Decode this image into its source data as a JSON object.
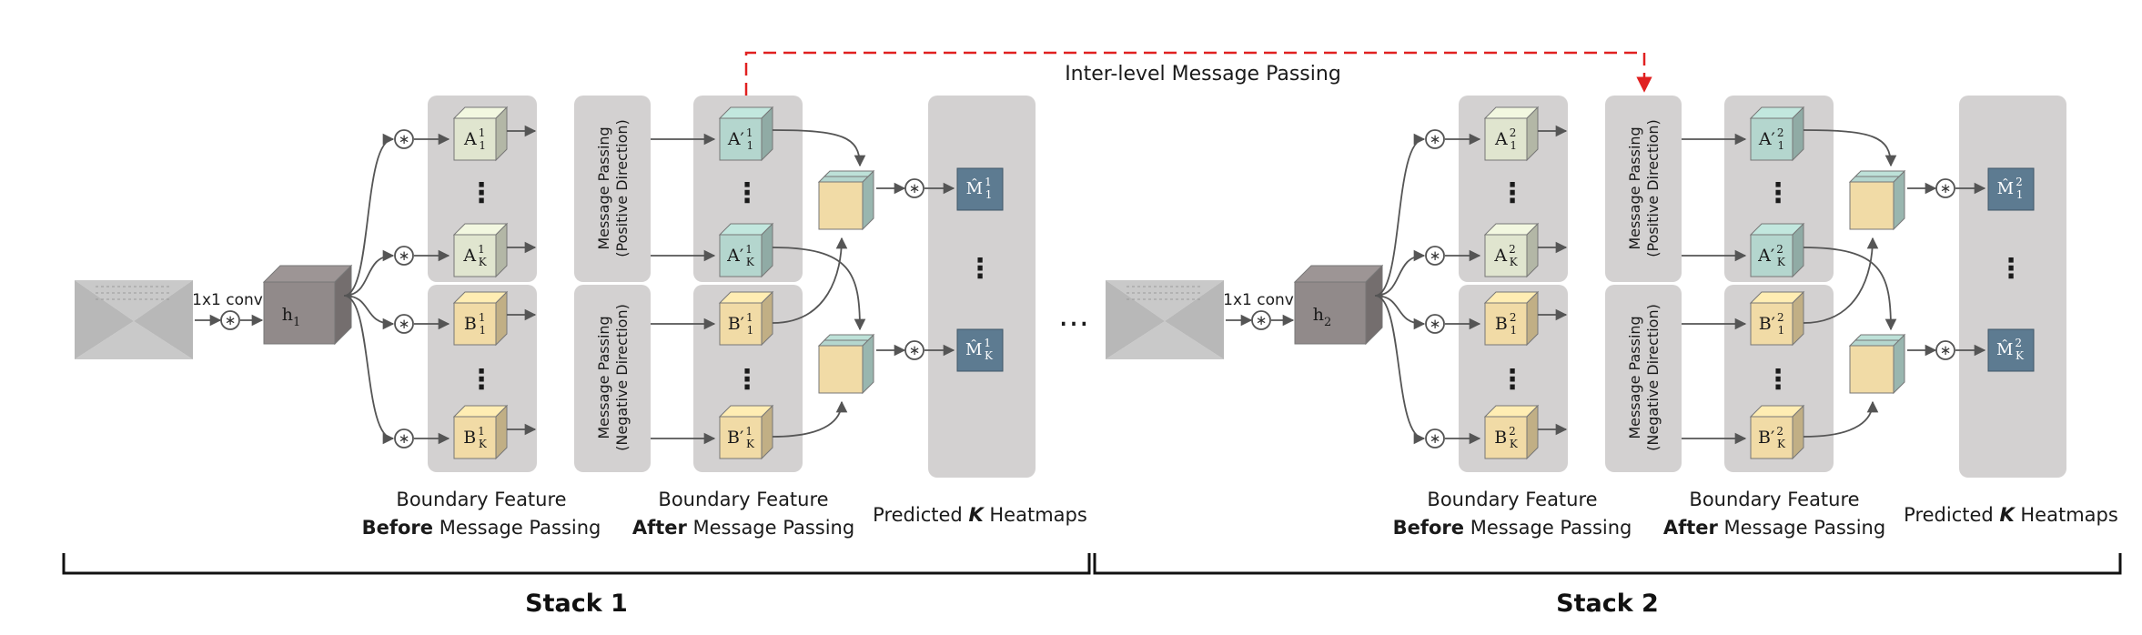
{
  "inter_level_label": "Inter-level Message Passing",
  "between_dots": "…",
  "colors": {
    "panel": "#d3d1d1",
    "cube_a": "#e0e5cf",
    "cube_a_prime": "#b4d6ce",
    "cube_b": "#f1dba6",
    "heatmap": "#5d7b91",
    "hidden": "#918a8a",
    "arrow": "#555555",
    "inter_level_arrow": "#e02020",
    "bracket": "#111111"
  },
  "stacks": [
    {
      "id": "stack1",
      "stack_label": "Stack 1",
      "conv_label": "1x1 conv",
      "hidden_label": "h",
      "hidden_sub": "1",
      "before_caption": [
        "Boundary Feature",
        "Before",
        " Message Passing"
      ],
      "after_caption": [
        "Boundary Feature",
        "After",
        " Message Passing"
      ],
      "heatmaps_caption": [
        "Predicted ",
        "K",
        " Heatmaps"
      ],
      "mp_positive": [
        "Message Passing",
        "(Positive Direction)"
      ],
      "mp_negative": [
        "Message Passing",
        "(Negative Direction)"
      ],
      "a_top": {
        "base": "A",
        "sup": "1",
        "sub": "1"
      },
      "a_bot": {
        "base": "A",
        "sup": "1",
        "sub": "K"
      },
      "b_top": {
        "base": "B",
        "sup": "1",
        "sub": "1"
      },
      "b_bot": {
        "base": "B",
        "sup": "1",
        "sub": "K"
      },
      "ap_top": {
        "base": "A′",
        "sup": "1",
        "sub": "1"
      },
      "ap_bot": {
        "base": "A′",
        "sup": "1",
        "sub": "K"
      },
      "bp_top": {
        "base": "B′",
        "sup": "1",
        "sub": "1"
      },
      "bp_bot": {
        "base": "B′",
        "sup": "1",
        "sub": "K"
      },
      "m_top": {
        "base": "M̂",
        "sup": "1",
        "sub": "1"
      },
      "m_bot": {
        "base": "M̂",
        "sup": "1",
        "sub": "K"
      },
      "ellipsis": "⋮"
    },
    {
      "id": "stack2",
      "stack_label": "Stack 2",
      "conv_label": "1x1 conv",
      "hidden_label": "h",
      "hidden_sub": "2",
      "before_caption": [
        "Boundary Feature",
        "Before",
        " Message Passing"
      ],
      "after_caption": [
        "Boundary Feature",
        "After",
        " Message Passing"
      ],
      "heatmaps_caption": [
        "Predicted ",
        "K",
        " Heatmaps"
      ],
      "mp_positive": [
        "Message Passing",
        "(Positive Direction)"
      ],
      "mp_negative": [
        "Message Passing",
        "(Negative Direction)"
      ],
      "a_top": {
        "base": "A",
        "sup": "2",
        "sub": "1"
      },
      "a_bot": {
        "base": "A",
        "sup": "2",
        "sub": "K"
      },
      "b_top": {
        "base": "B",
        "sup": "2",
        "sub": "1"
      },
      "b_bot": {
        "base": "B",
        "sup": "2",
        "sub": "K"
      },
      "ap_top": {
        "base": "A′",
        "sup": "2",
        "sub": "1"
      },
      "ap_bot": {
        "base": "A′",
        "sup": "2",
        "sub": "K"
      },
      "bp_top": {
        "base": "B′",
        "sup": "2",
        "sub": "1"
      },
      "bp_bot": {
        "base": "B′",
        "sup": "2",
        "sub": "K"
      },
      "m_top": {
        "base": "M̂",
        "sup": "2",
        "sub": "1"
      },
      "m_bot": {
        "base": "M̂",
        "sup": "2",
        "sub": "K"
      },
      "ellipsis": "⋮"
    }
  ]
}
